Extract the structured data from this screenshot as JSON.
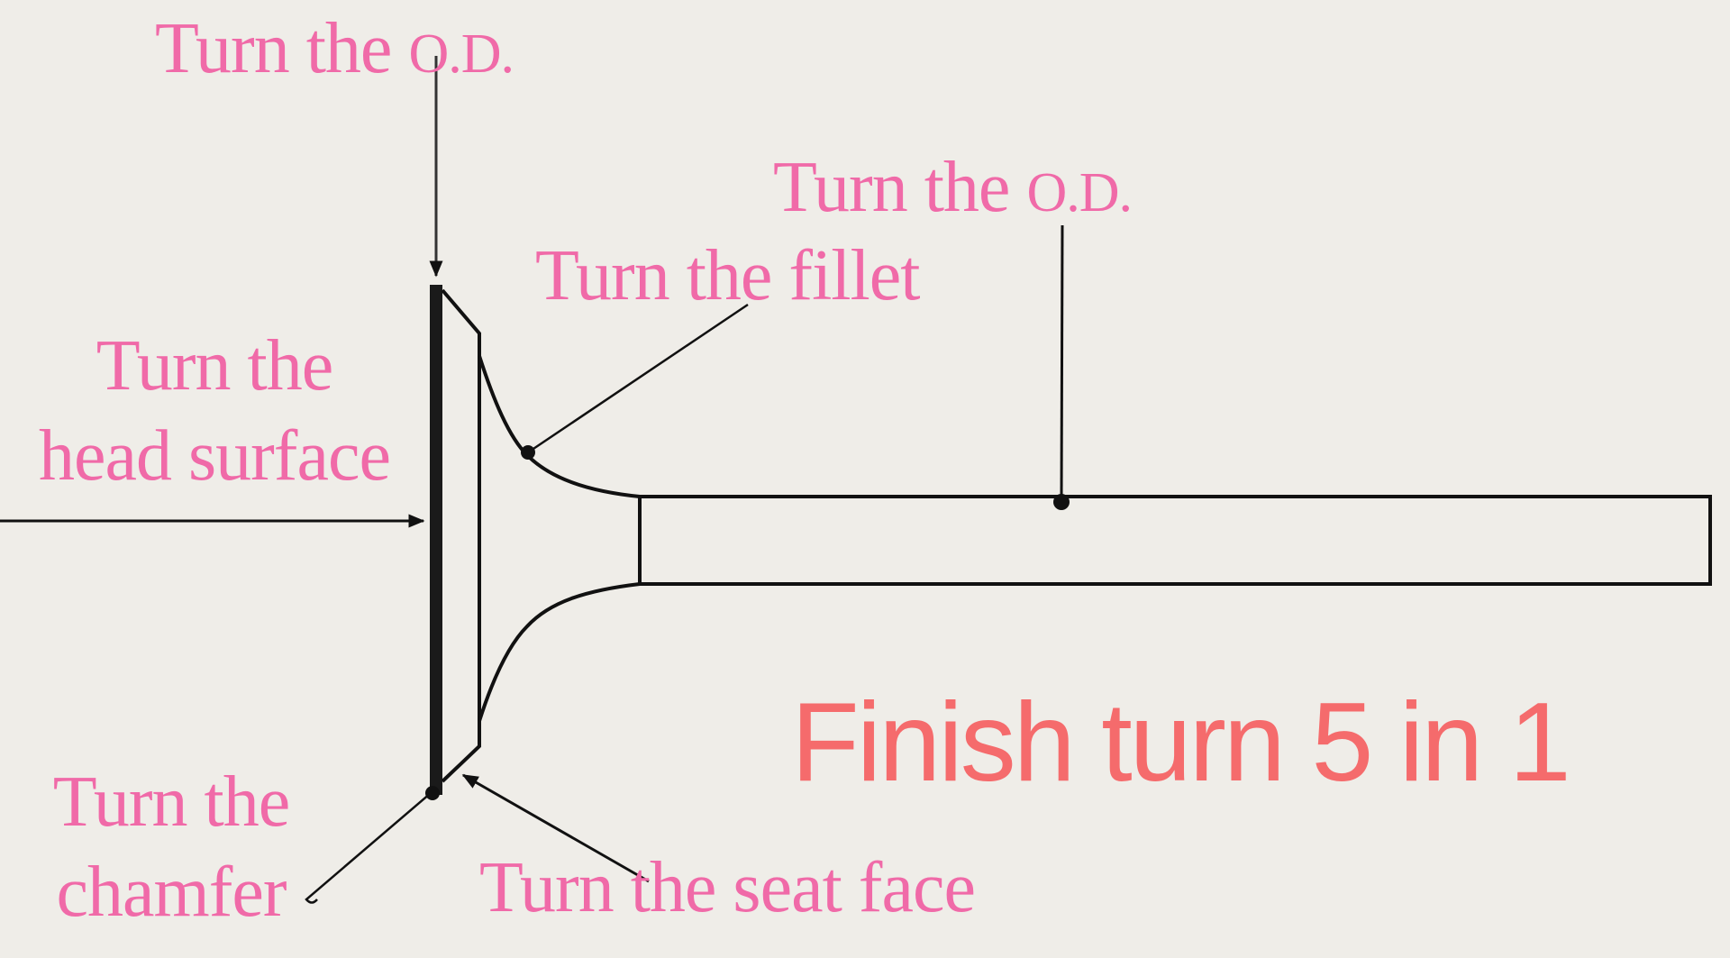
{
  "labels": {
    "top_od_prefix": "Turn the",
    "top_od_suffix": "O.D.",
    "right_od_prefix": "Turn the",
    "right_od_suffix": "O.D.",
    "fillet": "Turn the fillet",
    "head_surface_line1": "Turn the",
    "head_surface_line2": "head surface",
    "chamfer_line1": "Turn the",
    "chamfer_line2": "chamfer",
    "seat_face": "Turn the seat face"
  },
  "headline": "Finish turn 5 in 1",
  "colors": {
    "background": "#efede8",
    "label": "#f06aa8",
    "headline": "#f56b6c",
    "line": "#111111"
  }
}
